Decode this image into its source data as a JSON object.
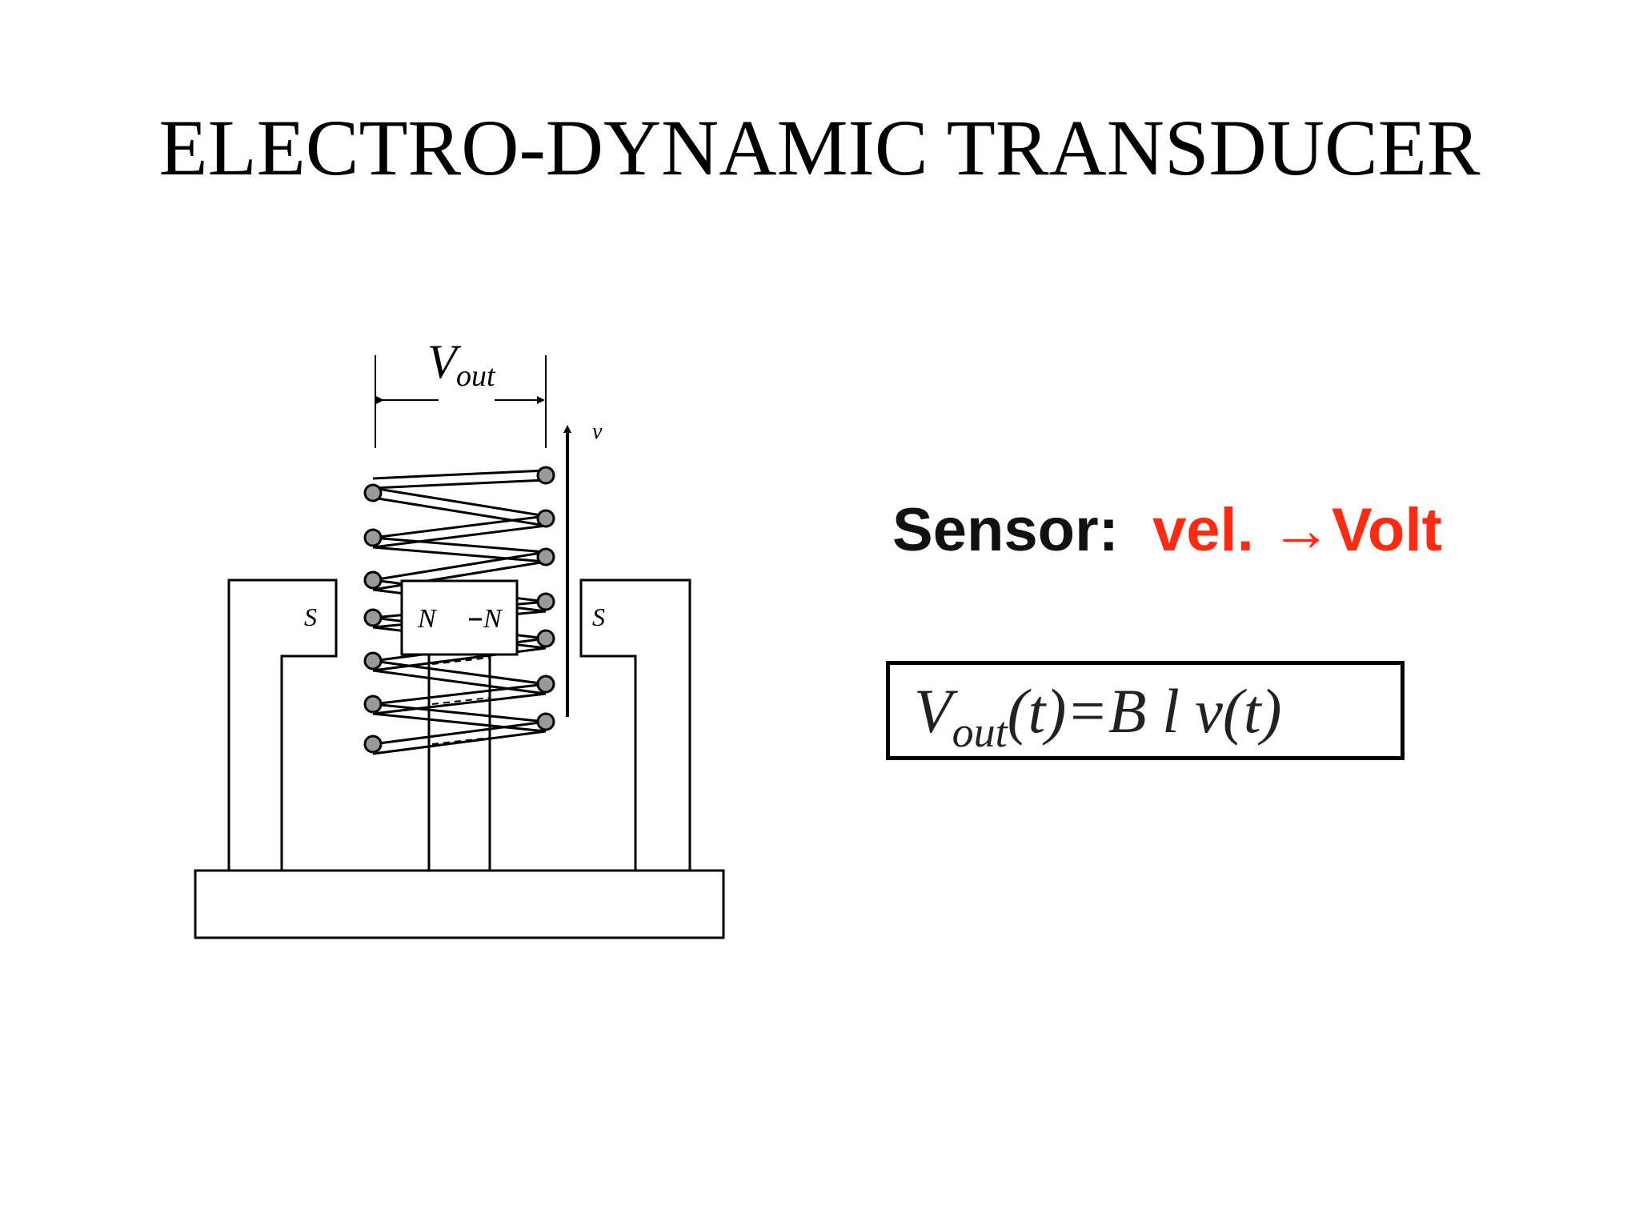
{
  "slide": {
    "title": "ELECTRO-DYNAMIC TRANSDUCER"
  },
  "diagram": {
    "voltage_label_main": "V",
    "voltage_label_sub": "out",
    "velocity_label": "v",
    "pole_left": "S",
    "pole_right": "S",
    "magnet_pole_left": "N",
    "magnet_pole_right": "N"
  },
  "sensor": {
    "label": "Sensor:",
    "value": "vel. →Volt"
  },
  "formula": {
    "lhs_main": "V",
    "lhs_sub": "out",
    "rest": "(t)=B l v(t)"
  },
  "colors": {
    "accent_red": "#ff2a10",
    "line": "#000000",
    "background": "#ffffff"
  }
}
